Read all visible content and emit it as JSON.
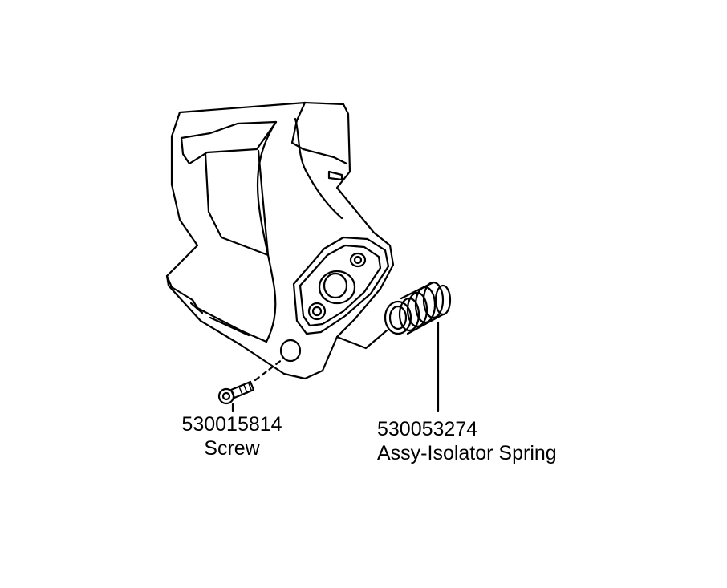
{
  "parts": [
    {
      "part_number": "530015814",
      "description": "Screw"
    },
    {
      "part_number": "530053274",
      "description": "Assy-Isolator Spring"
    }
  ],
  "colors": {
    "line": "#000000",
    "background": "#ffffff"
  }
}
